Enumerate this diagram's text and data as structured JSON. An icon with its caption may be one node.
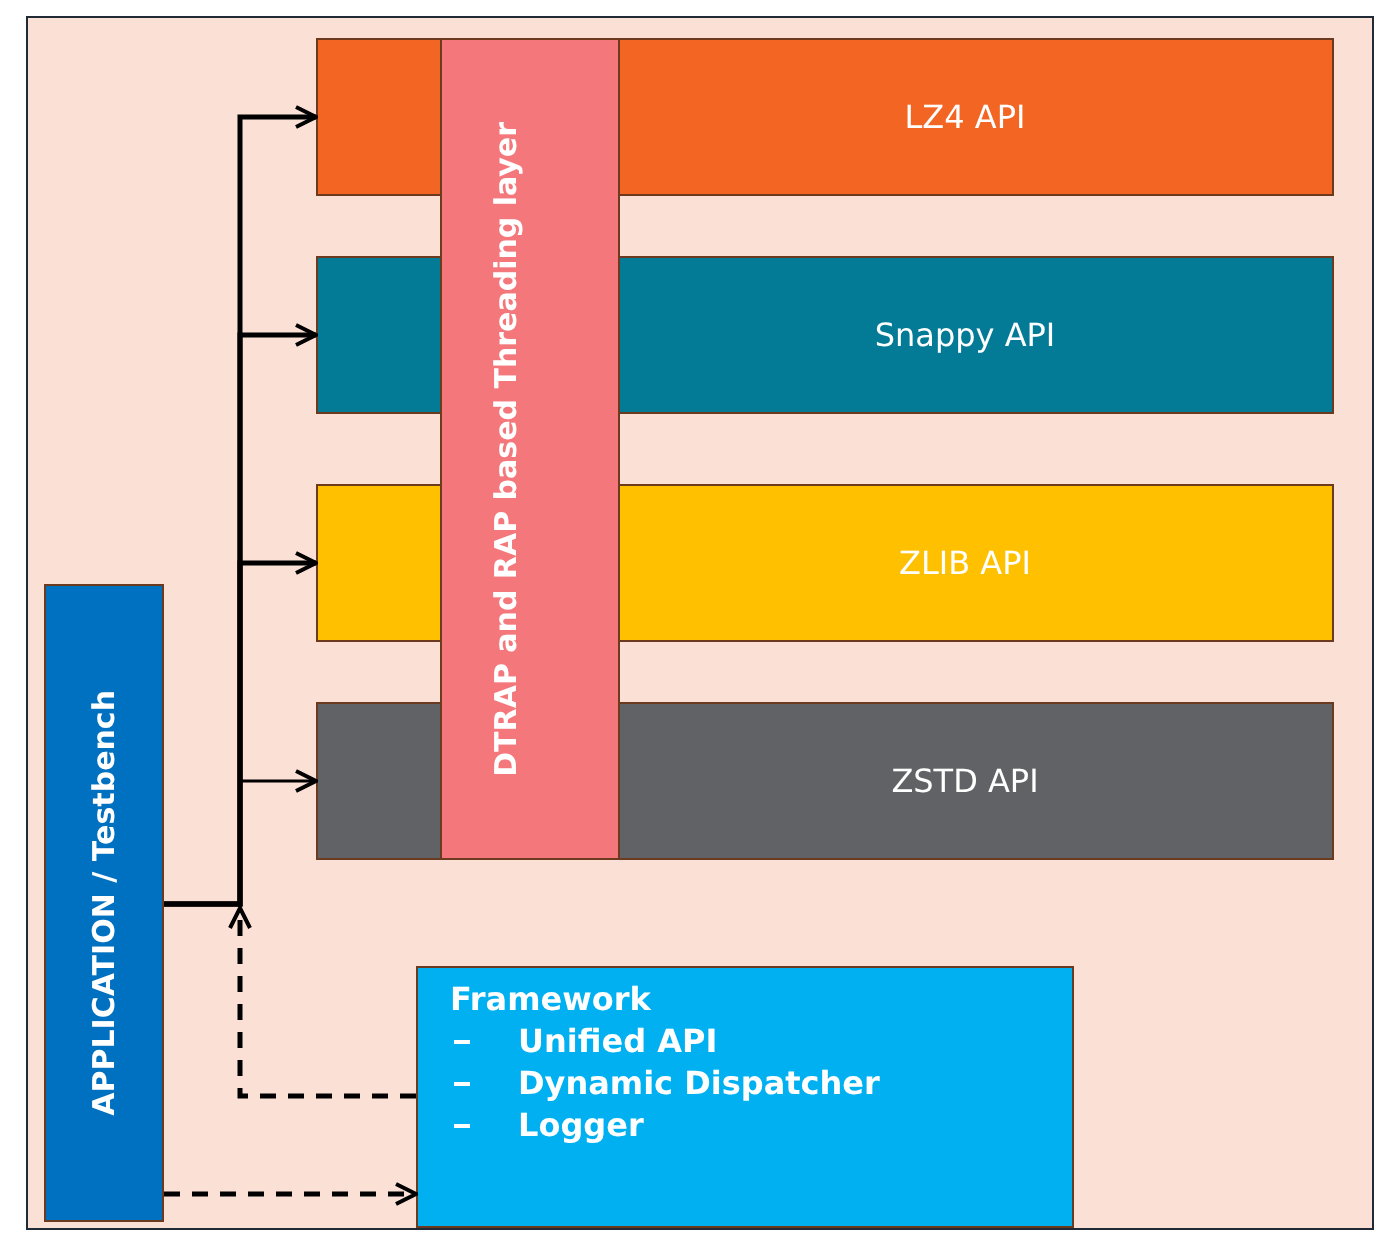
{
  "diagram": {
    "nodes": [
      {
        "text": [
          "LZ4 API"
        ]
      },
      {
        "text": [
          "Snappy API"
        ]
      },
      {
        "text": [
          "ZLIB API"
        ]
      },
      {
        "text": [
          "ZSTD API"
        ]
      },
      {
        "text": [
          "DTRAP and RAP based Threading layer"
        ]
      },
      {
        "text": [
          "APPLICATION / Testbench"
        ]
      },
      {
        "text": [
          "Framework",
          "Unified API",
          "Dynamic Dispatcher",
          "Logger"
        ]
      }
    ],
    "edges": [
      {
        "from": 5,
        "to": 0,
        "arrow": "to"
      },
      {
        "from": 5,
        "to": 1,
        "arrow": "to"
      },
      {
        "from": 5,
        "to": 2,
        "arrow": "to"
      },
      {
        "from": 5,
        "to": 3,
        "arrow": "to"
      },
      {
        "from": 6,
        "to": 5,
        "arrow": "to",
        "style": "dashed"
      },
      {
        "from": 5,
        "to": 6,
        "arrow": "to",
        "style": "dashed"
      }
    ]
  }
}
